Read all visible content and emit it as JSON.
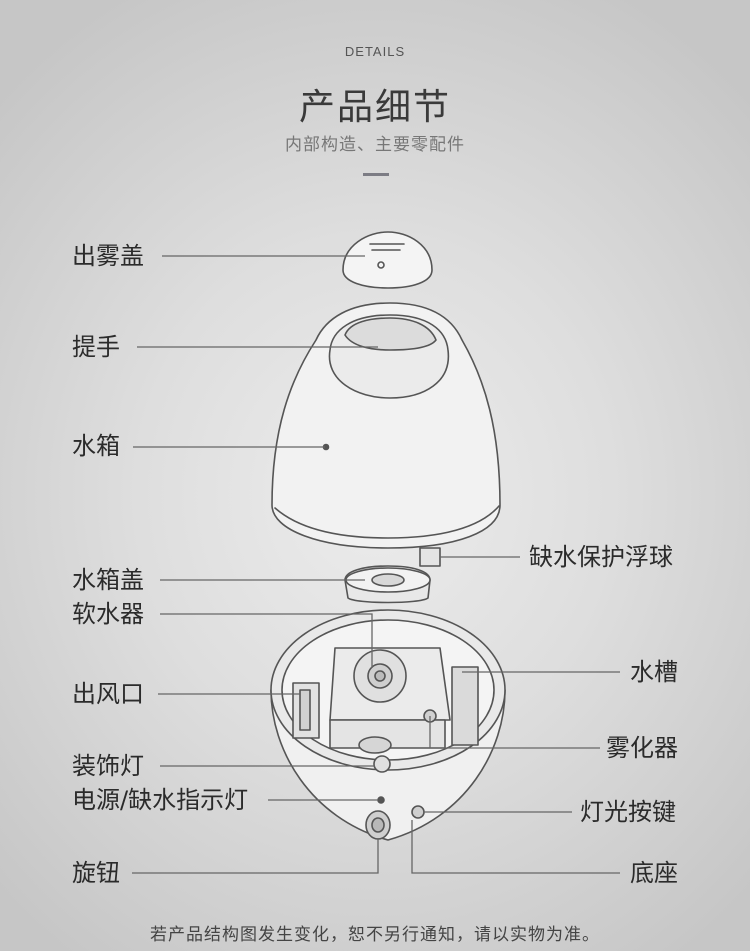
{
  "header": {
    "kicker": "DETAILS",
    "title": "产品细节",
    "subtitle": "内部构造、主要零配件"
  },
  "labels": {
    "mist_lid": "出雾盖",
    "handle": "提手",
    "water_tank": "水箱",
    "float_ball": "缺水保护浮球",
    "tank_cap": "水箱盖",
    "softener": "软水器",
    "water_trough": "水槽",
    "air_outlet": "出风口",
    "atomizer": "雾化器",
    "decor_light": "装饰灯",
    "power_indicator": "电源/缺水指示灯",
    "light_button": "灯光按键",
    "knob": "旋钮",
    "base": "底座"
  },
  "footer": {
    "note": "若产品结构图发生变化，恕不另行通知，请以实物为准。"
  }
}
